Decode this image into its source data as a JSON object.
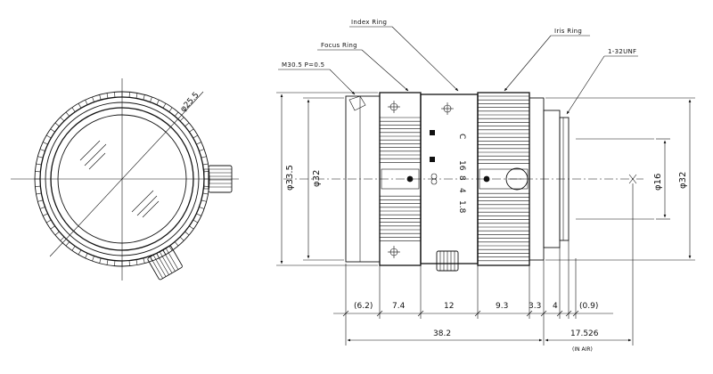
{
  "labels": {
    "index_ring": "Index Ring",
    "iris_ring": "Iris Ring",
    "focus_ring": "Focus Ring",
    "thread": "M30.5 P=0.5",
    "mount": "1-32UNF"
  },
  "front_view": {
    "diameter": "φ25.5"
  },
  "side_view": {
    "dia_outer": "φ33.5",
    "dia_body": "φ32",
    "dia_mount": "φ16",
    "dia_right": "φ32",
    "marks": [
      "C",
      "16",
      "8",
      "4",
      "1.8"
    ]
  },
  "dimensions": {
    "segments": [
      "(6.2)",
      "7.4",
      "12",
      "9.3",
      "3.3",
      "4",
      "(0.9)"
    ],
    "total_length": "38.2",
    "flange_back": "17.526",
    "flange_note": "(IN AIR)"
  },
  "colors": {
    "line": "#111111",
    "background": "#ffffff"
  }
}
